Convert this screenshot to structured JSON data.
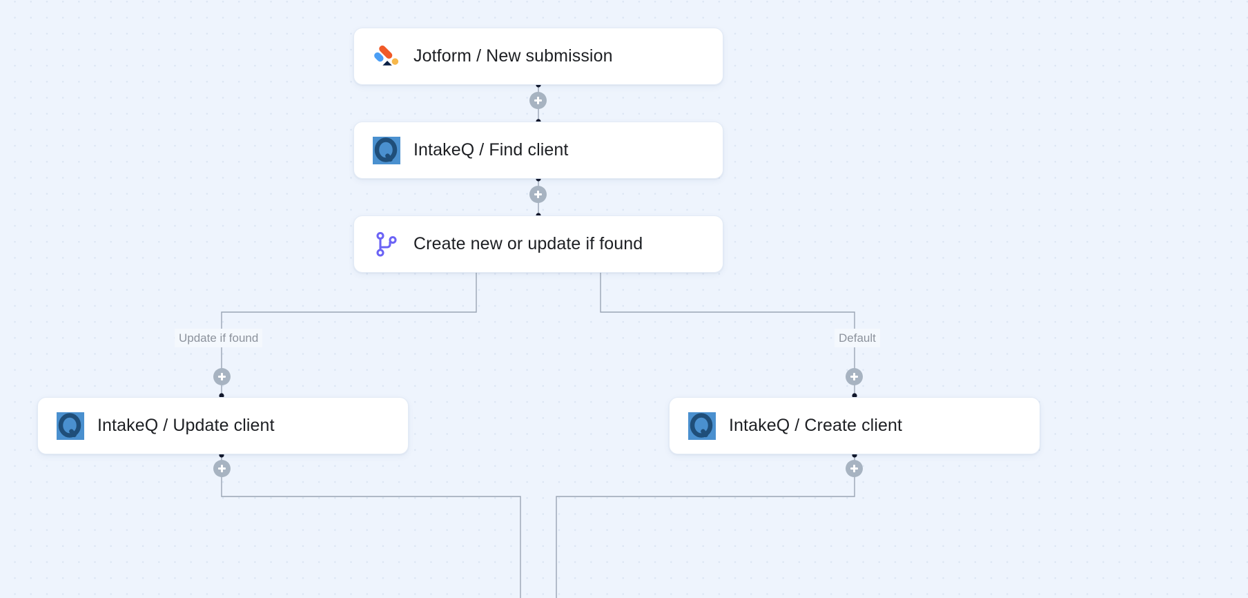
{
  "canvas": {
    "background_color": "#eef4fd",
    "grid": "dot-grid",
    "grid_dot_color": "#dbe5f3"
  },
  "nodes": [
    {
      "id": "trigger",
      "label": "Jotform / New submission",
      "icon": "jotform-icon",
      "app": "Jotform",
      "action": "New submission"
    },
    {
      "id": "find",
      "label": "IntakeQ / Find client",
      "icon": "intakeq-icon",
      "app": "IntakeQ",
      "action": "Find client"
    },
    {
      "id": "branch",
      "label": "Create new or update if found",
      "icon": "branch-icon",
      "app": "Paths",
      "action": "Create new or update if found"
    },
    {
      "id": "update",
      "label": "IntakeQ / Update client",
      "icon": "intakeq-icon",
      "app": "IntakeQ",
      "action": "Update client"
    },
    {
      "id": "create",
      "label": "IntakeQ / Create client",
      "icon": "intakeq-icon",
      "app": "IntakeQ",
      "action": "Create client"
    }
  ],
  "branch_labels": {
    "left": "Update if found",
    "right": "Default"
  },
  "add_buttons": {
    "glyph": "+",
    "count": 6,
    "tooltip": "Add step"
  },
  "colors": {
    "canvas_bg": "#eef4fd",
    "card_bg": "#ffffff",
    "card_border": "#e3ebf6",
    "edge_line": "#9aa5b4",
    "edge_dot": "#12182b",
    "plus_button": "#a7b3c1",
    "branch_icon": "#6b63f5",
    "intakeq_blue": "#4a90cf",
    "intakeq_dark": "#1f4e79",
    "jotform_blue": "#4a9ef5",
    "jotform_orange": "#f05a28",
    "jotform_yellow": "#f7b84b",
    "jotform_navy": "#0a1f44",
    "label_text": "#8c929c",
    "node_text": "#1d1f23"
  }
}
